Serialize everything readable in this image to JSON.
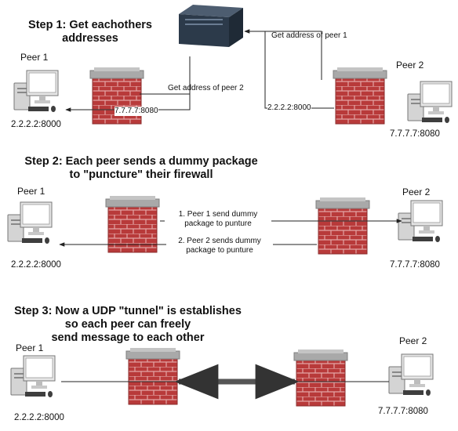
{
  "step1": {
    "heading_line1": "Step 1: Get eachothers",
    "heading_line2": "addresses",
    "peer1_label": "Peer 1",
    "peer2_label": "Peer 2",
    "peer1_address": "2.2.2.2:8000",
    "peer2_address": "7.7.7.7:8080",
    "arrow_label_peer2": "Get address of peer 2",
    "arrow_label_peer1": "Get address of peer 1",
    "value_to_peer1": "7.7.7.7:8080",
    "value_to_peer2": "2.2.2.2:8000"
  },
  "step2": {
    "heading_line1": "Step 2: Each peer sends a dummy package",
    "heading_line2": "to \"puncture\" their firewall",
    "peer1_label": "Peer 1",
    "peer2_label": "Peer 2",
    "peer1_address": "2.2.2.2:8000",
    "peer2_address": "7.7.7.7:8080",
    "msg1_line1": "1. Peer 1 send   dummy",
    "msg1_line2": "package to punture",
    "msg2_line1": "2. Peer 2 sends dummy",
    "msg2_line2": "package to punture"
  },
  "step3": {
    "heading_line1": "Step 3: Now a UDP \"tunnel\" is establishes",
    "heading_line2": "so each peer can freely",
    "heading_line3": "send message to each other",
    "peer1_label": "Peer 1",
    "peer2_label": "Peer 2",
    "peer1_address": "2.2.2.2:8000",
    "peer2_address": "7.7.7.7:8080"
  },
  "colors": {
    "brick": "#b83a3a",
    "brick_mortar": "#e8b4b4",
    "wall_cap": "#a8a8a8",
    "server": "#2c3a4a",
    "monitor_screen": "#ffffff",
    "computer_body": "#d9d9d9",
    "line": "#222222",
    "tunnel": "#555555"
  },
  "icons": [
    "server-icon",
    "computer-icon",
    "firewall-icon"
  ]
}
